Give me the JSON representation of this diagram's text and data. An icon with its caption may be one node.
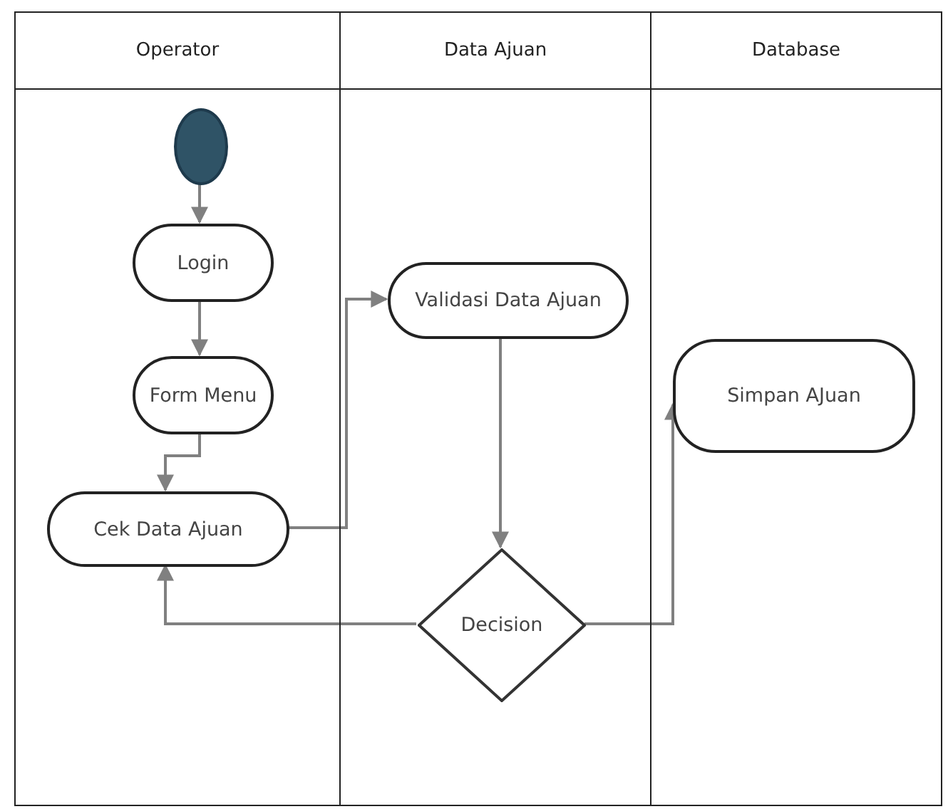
{
  "diagram": {
    "nodes": [
      {
        "text": [
          "Operator"
        ]
      },
      {
        "text": [
          "Data Ajuan"
        ]
      },
      {
        "text": [
          "Database"
        ]
      },
      {
        "text": [],
        "shape": "circle",
        "in": 0
      },
      {
        "text": [
          "Login"
        ],
        "in": 0
      },
      {
        "text": [
          "Form Menu"
        ],
        "in": 0
      },
      {
        "text": [
          "Cek Data Ajuan"
        ],
        "in": 0
      },
      {
        "text": [
          "Validasi Data Ajuan"
        ],
        "in": 1
      },
      {
        "text": [
          "Decision"
        ],
        "in": 1
      },
      {
        "text": [
          "Simpan AJuan"
        ],
        "in": 2
      }
    ],
    "edges": [
      {
        "from": 3,
        "to": 4,
        "arrow": "to"
      },
      {
        "from": 4,
        "to": 5,
        "arrow": "to"
      },
      {
        "from": 5,
        "to": 6,
        "arrow": "to"
      },
      {
        "from": 6,
        "to": 7,
        "arrow": "to"
      },
      {
        "from": 7,
        "to": 8,
        "arrow": "to"
      },
      {
        "from": 8,
        "to": 6,
        "arrow": "to"
      },
      {
        "from": 8,
        "to": 9,
        "arrow": "to"
      }
    ]
  }
}
